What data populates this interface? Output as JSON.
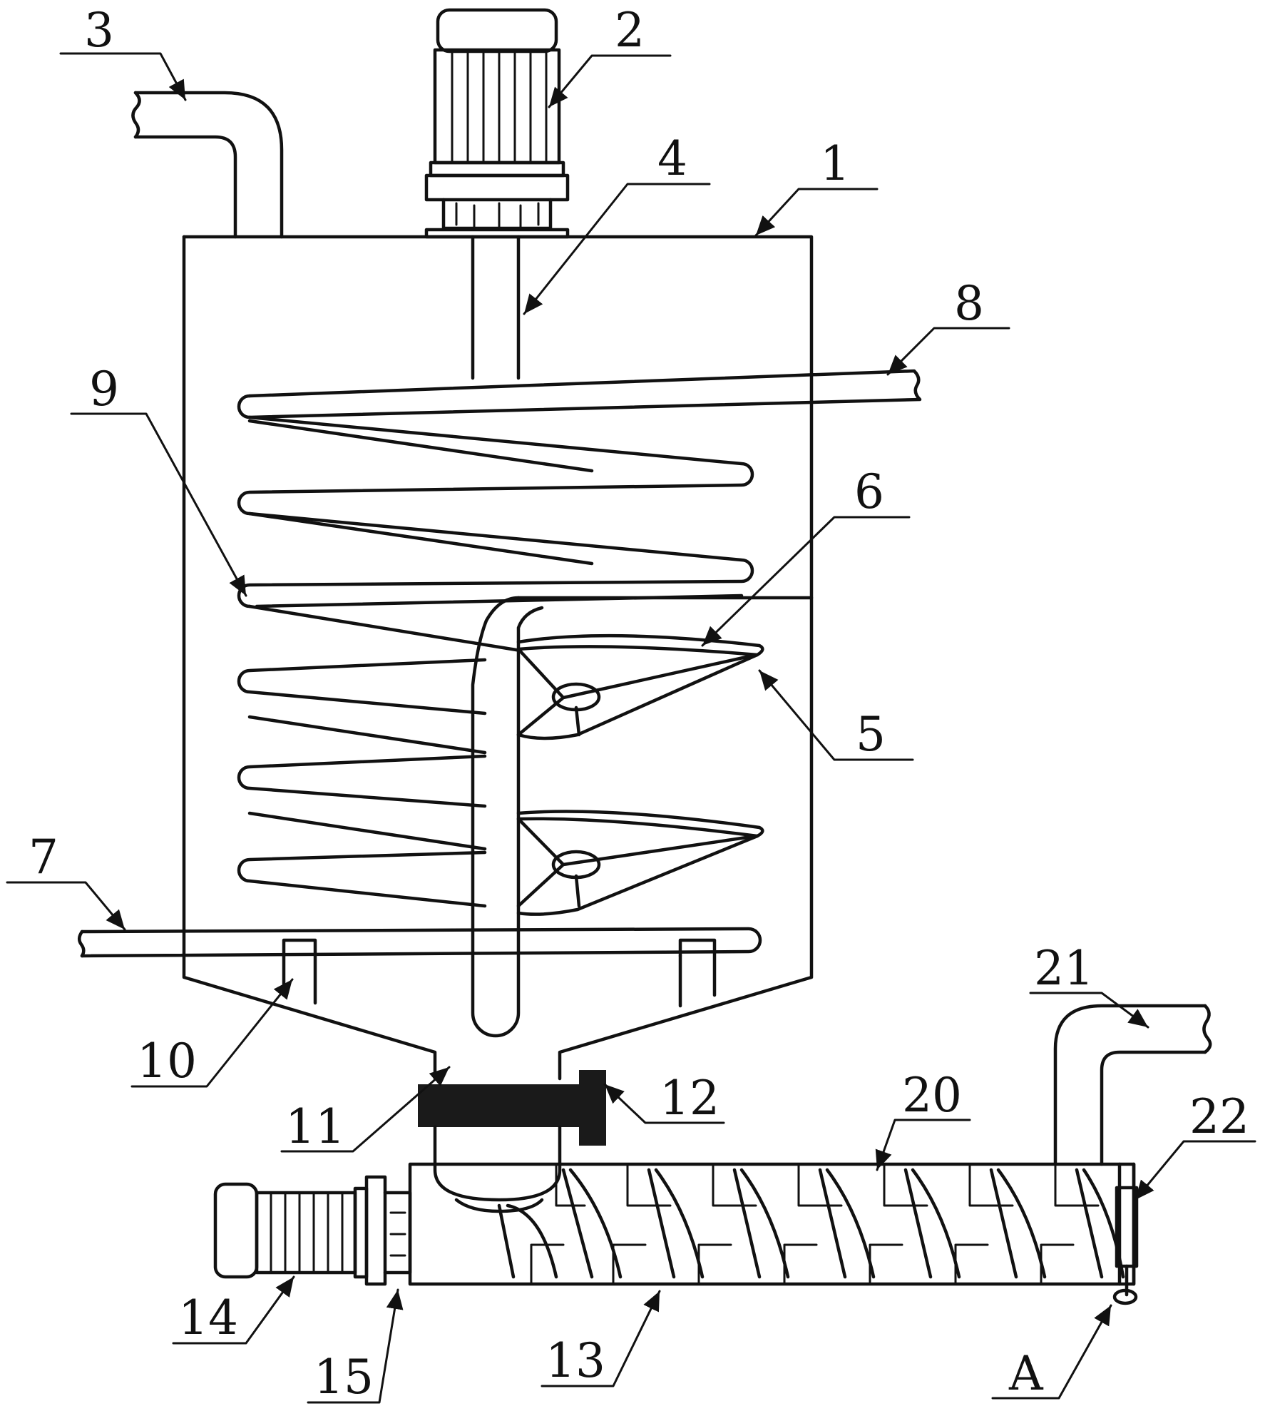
{
  "labels": {
    "l1": "1",
    "l2": "2",
    "l3": "3",
    "l4": "4",
    "l5": "5",
    "l6": "6",
    "l7": "7",
    "l8": "8",
    "l9": "9",
    "l10": "10",
    "l11": "11",
    "l12": "12",
    "l13": "13",
    "l14": "14",
    "l15": "15",
    "l20": "20",
    "l21": "21",
    "l22": "22",
    "lA": "A"
  }
}
